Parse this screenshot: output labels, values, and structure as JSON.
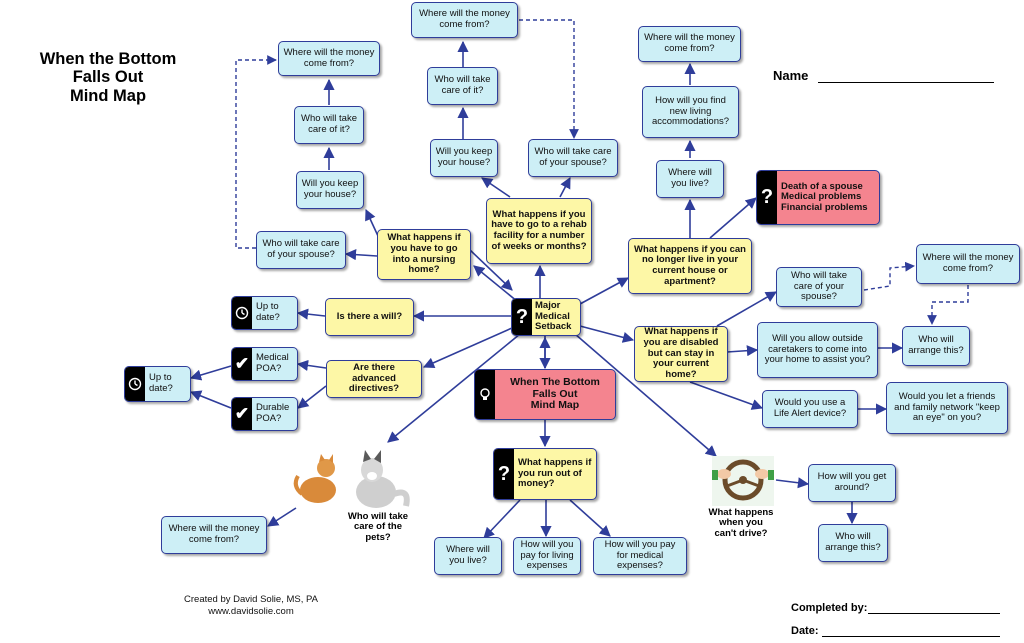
{
  "header": {
    "title_line1": "When the Bottom",
    "title_line2": "Falls Out",
    "title_line3": "Mind Map",
    "name_label": "Name"
  },
  "central": {
    "center_line1": "When The Bottom",
    "center_line2": "Falls Out",
    "center_line3": "Mind Map",
    "setback": "Major Medical Setback"
  },
  "nursing": {
    "hub": "What happens if you have to go into a nursing home?",
    "care_spouse": "Who will take care of your spouse?",
    "keep_house": "Will you keep your house?",
    "care_it": "Who will take care of it?",
    "money": "Where will the money come from?"
  },
  "rehab": {
    "hub": "What happens if you have to go to a rehab facility for a number of weeks or months?",
    "keep_house": "Will you keep your house?",
    "care_it": "Who will take care of it?",
    "money": "Where will the money come from?",
    "care_spouse": "Who will take care of your spouse?"
  },
  "housing": {
    "hub": "What happens if you can no longer live in your current house or apartment?",
    "where_live": "Where will you live?",
    "find_accommodations": "How will you find new living accommodations?",
    "money": "Where will the money come from?",
    "death_line1": "Death of a spouse",
    "death_line2": "Medical problems",
    "death_line3": "Financial problems"
  },
  "disabled": {
    "hub": "What happens if you are disabled but can stay in your current home?",
    "care_spouse": "Who will take care of your spouse?",
    "money": "Where will the money come from?",
    "outside_caretakers": "Will you allow outside caretakers to come into your home to assist you?",
    "arrange": "Who will arrange this?",
    "life_alert": "Would you use a Life Alert device?",
    "keep_eye": "Would you let a friends and family network \"keep an eye\" on you?"
  },
  "will": {
    "hub": "Is there a will?",
    "up_to_date": "Up to date?"
  },
  "directives": {
    "hub": "Are there advanced directives?",
    "medical_poa": "Medical POA?",
    "durable_poa": "Durable POA?",
    "up_to_date": "Up to date?"
  },
  "money_out": {
    "hub": "What happens if you run out of money?",
    "where_live": "Where will you live?",
    "living_expenses": "How will you pay for living expenses",
    "medical_expenses": "How will you pay for medical expenses?"
  },
  "pets": {
    "caption": "Who will take care of the pets?",
    "money": "Where will the money come from?"
  },
  "drive": {
    "caption": "What happens when you can't drive?",
    "get_around": "How will you get around?",
    "arrange": "Who will arrange this?"
  },
  "footer": {
    "credit_line1": "Created by David Solie, MS, PA",
    "credit_line2": "www.davidsolie.com",
    "completed_by": "Completed by:",
    "date": "Date:"
  },
  "colors": {
    "box_fill": "#cdeff6",
    "hub_fill": "#fdf7a6",
    "alert_fill": "#f4848f",
    "border": "#2f3d9a"
  },
  "icons": [
    "question-icon",
    "lightbulb-icon",
    "clock-icon",
    "checkmark-icon",
    "cat-dog-image",
    "steering-wheel-icon"
  ]
}
